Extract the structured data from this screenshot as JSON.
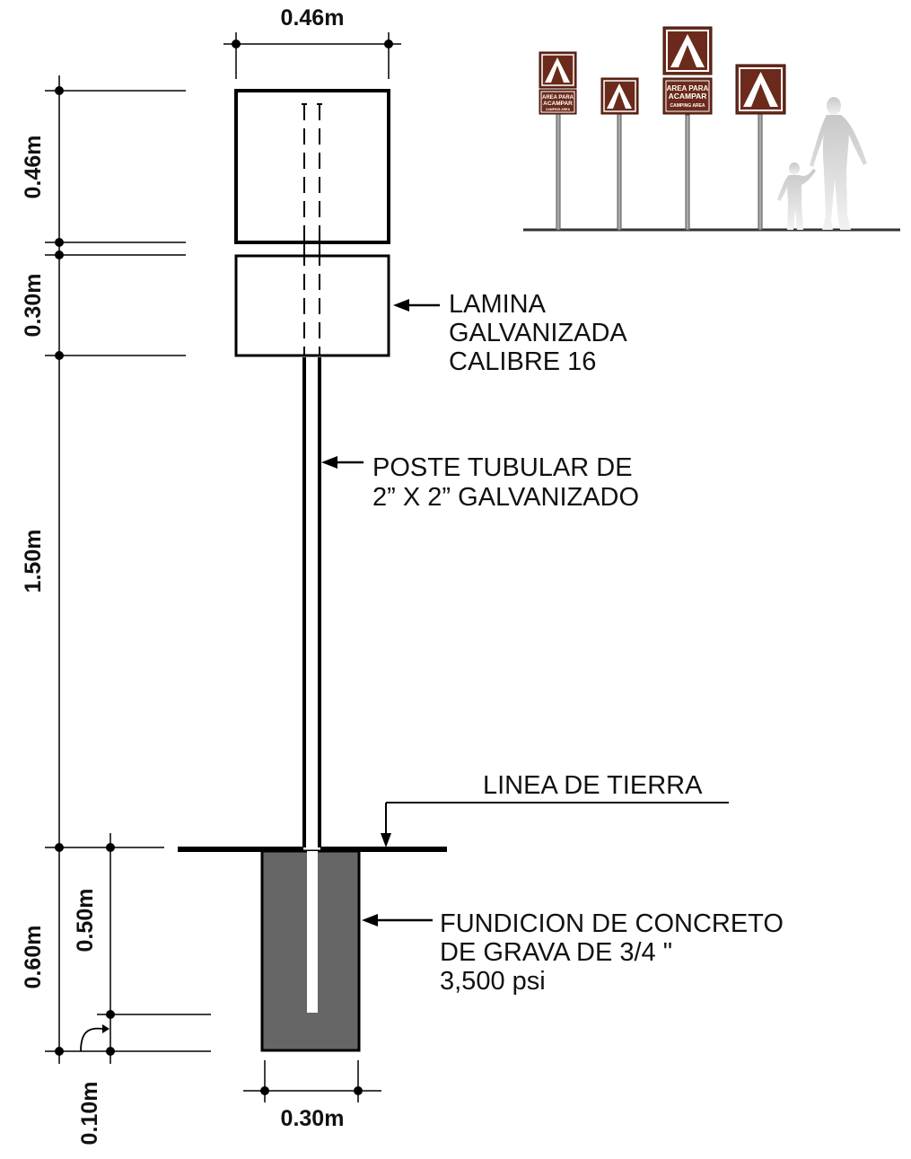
{
  "dimensions": {
    "sign_width": "0.46m",
    "upper_panel_height": "0.46m",
    "lower_panel_height": "0.30m",
    "post_height": "1.50m",
    "footing_depth_total": "0.60m",
    "footing_depth_post": "0.50m",
    "footing_base": "0.10m",
    "footing_width": "0.30m"
  },
  "notes": {
    "sheet_line1": "LAMINA",
    "sheet_line2": "GALVANIZADA",
    "sheet_line3": "CALIBRE 16",
    "post_line1": "POSTE TUBULAR DE",
    "post_line2": "2” X 2” GALVANIZADO",
    "ground_line": "LINEA DE TIERRA",
    "concrete_line1": "FUNDICION DE CONCRETO",
    "concrete_line2": "DE GRAVA DE 3/4 \"",
    "concrete_line3": "3,500 psi"
  },
  "preview_signs": {
    "plaque_line1": "AREA PARA",
    "plaque_line2": "ACAMPAR",
    "plaque_line3": "CAMPING AREA"
  },
  "colors": {
    "sign_brown": "#6b2a1b",
    "concrete_gray": "#666666",
    "figure_gray": "#b8b8b8"
  }
}
